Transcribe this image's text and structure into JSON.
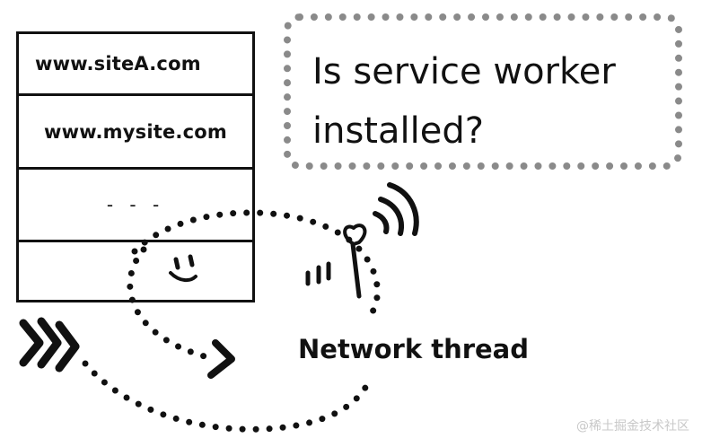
{
  "registry": {
    "rows": [
      {
        "label": "www.siteA.com"
      },
      {
        "label": "www.mysite.com"
      },
      {
        "label": "- - -"
      },
      {
        "label": ""
      }
    ]
  },
  "bubble": {
    "text": "Is service worker\ninstalled?"
  },
  "character": {
    "label": "Network thread"
  },
  "watermark": "@稀土掘金技术社区"
}
